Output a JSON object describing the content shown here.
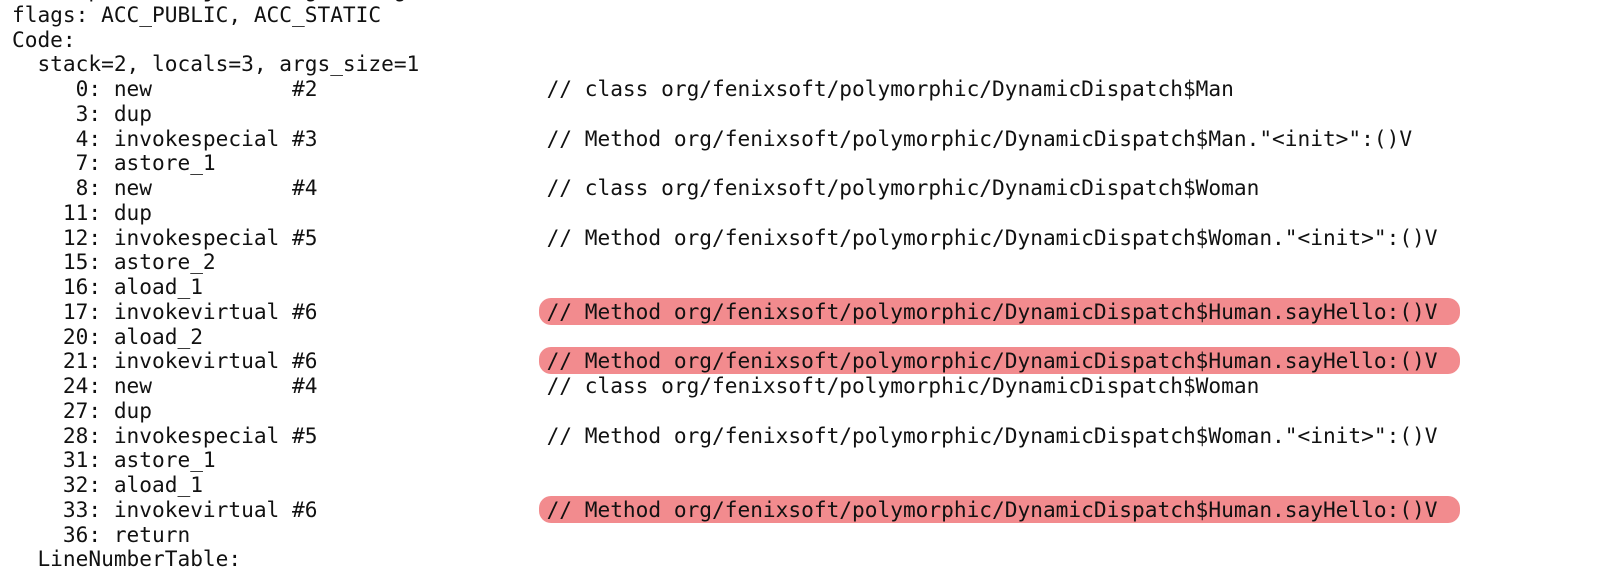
{
  "highlight_color": "#f28b8e",
  "lines": [
    {
      "code": "descriptor: ([Ljava/lang/String;)V",
      "comment": ""
    },
    {
      "code": "flags: ACC_PUBLIC, ACC_STATIC",
      "comment": ""
    },
    {
      "code": "Code:",
      "comment": ""
    },
    {
      "code": "  stack=2, locals=3, args_size=1",
      "comment": ""
    },
    {
      "code": "     0: new           #2",
      "comment": "// class org/fenixsoft/polymorphic/DynamicDispatch$Man"
    },
    {
      "code": "     3: dup",
      "comment": ""
    },
    {
      "code": "     4: invokespecial #3",
      "comment": "// Method org/fenixsoft/polymorphic/DynamicDispatch$Man.\"<init>\":()V"
    },
    {
      "code": "     7: astore_1",
      "comment": ""
    },
    {
      "code": "     8: new           #4",
      "comment": "// class org/fenixsoft/polymorphic/DynamicDispatch$Woman"
    },
    {
      "code": "    11: dup",
      "comment": ""
    },
    {
      "code": "    12: invokespecial #5",
      "comment": "// Method org/fenixsoft/polymorphic/DynamicDispatch$Woman.\"<init>\":()V"
    },
    {
      "code": "    15: astore_2",
      "comment": ""
    },
    {
      "code": "    16: aload_1",
      "comment": ""
    },
    {
      "code": "    17: invokevirtual #6",
      "comment": "// Method org/fenixsoft/polymorphic/DynamicDispatch$Human.sayHello:()V",
      "highlighted": true
    },
    {
      "code": "    20: aload_2",
      "comment": ""
    },
    {
      "code": "    21: invokevirtual #6",
      "comment": "// Method org/fenixsoft/polymorphic/DynamicDispatch$Human.sayHello:()V",
      "highlighted": true
    },
    {
      "code": "    24: new           #4",
      "comment": "// class org/fenixsoft/polymorphic/DynamicDispatch$Woman"
    },
    {
      "code": "    27: dup",
      "comment": ""
    },
    {
      "code": "    28: invokespecial #5",
      "comment": "// Method org/fenixsoft/polymorphic/DynamicDispatch$Woman.\"<init>\":()V"
    },
    {
      "code": "    31: astore_1",
      "comment": ""
    },
    {
      "code": "    32: aload_1",
      "comment": ""
    },
    {
      "code": "    33: invokevirtual #6",
      "comment": "// Method org/fenixsoft/polymorphic/DynamicDispatch$Human.sayHello:()V",
      "highlighted": true
    },
    {
      "code": "    36: return",
      "comment": ""
    },
    {
      "code": "  LineNumberTable:",
      "comment": ""
    }
  ]
}
